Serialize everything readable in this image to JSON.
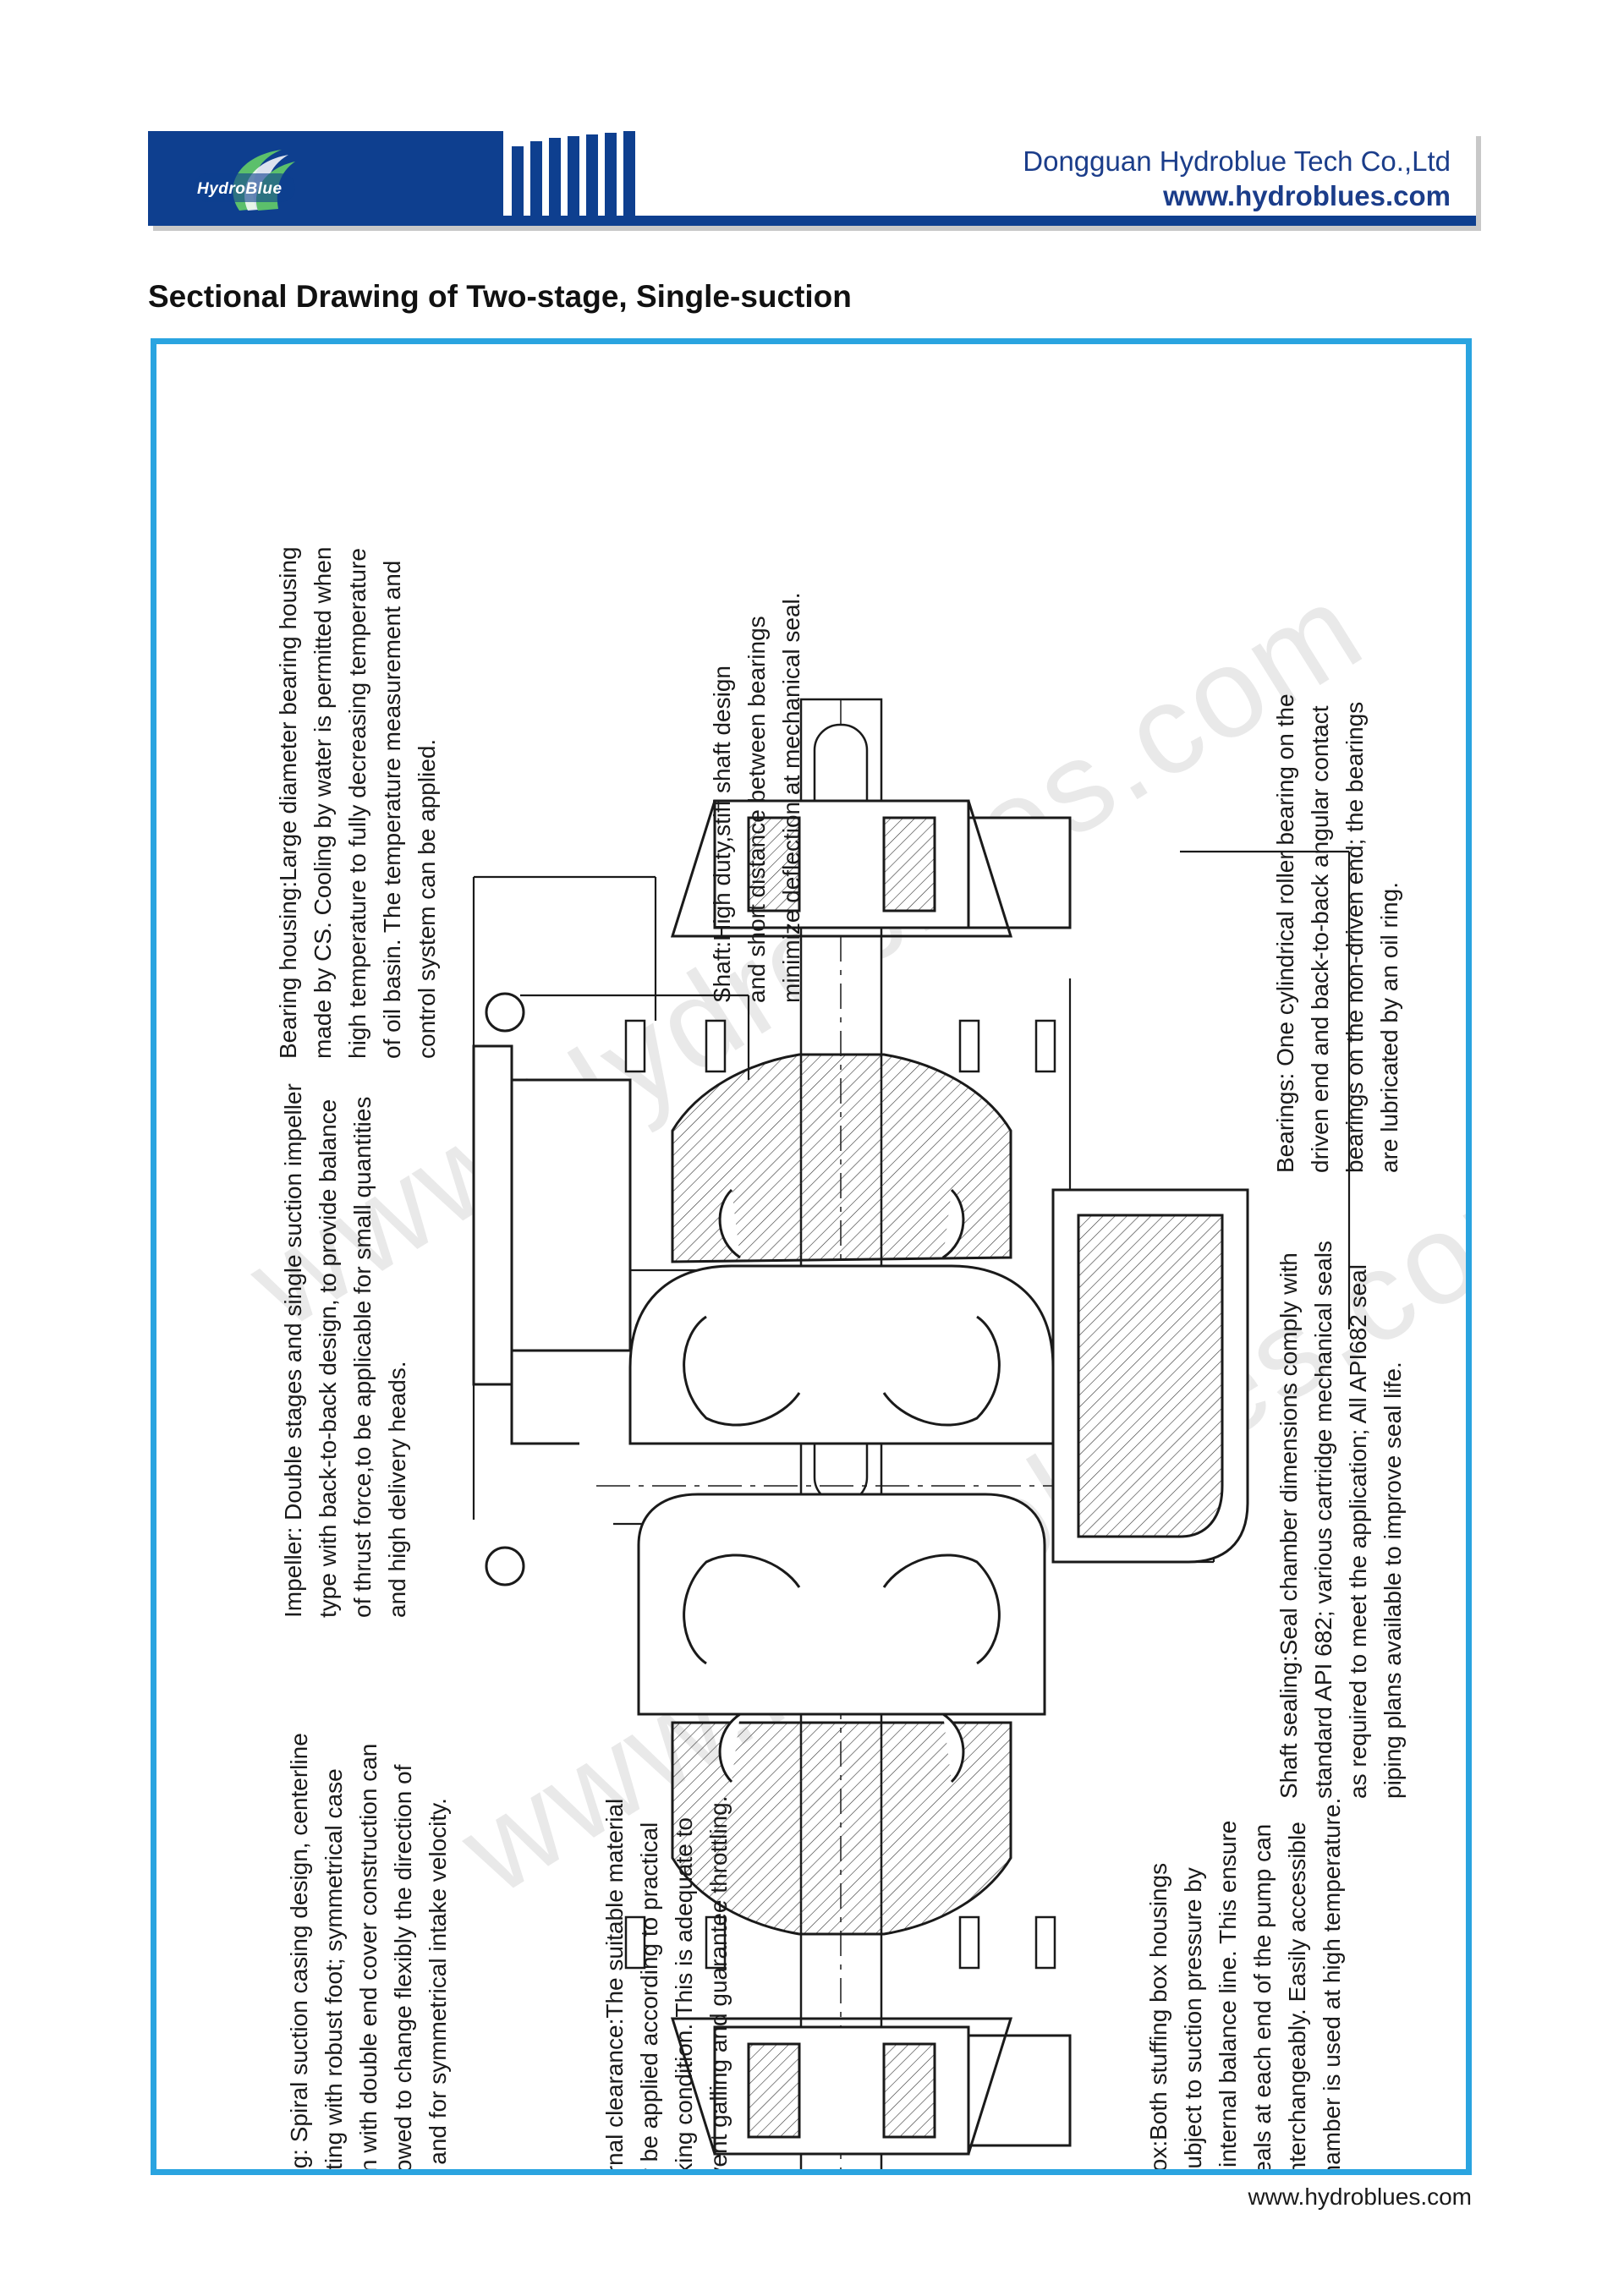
{
  "header": {
    "logo_text": "HydroBlue",
    "company_name": "Dongguan Hydroblue Tech Co.,Ltd",
    "website": "www.hydroblues.com"
  },
  "section_title": "Sectional Drawing of Two-stage, Single-suction",
  "watermark": "www.Hydroblues.com",
  "notes": {
    "casing": [
      "Casing: Spiral suction casing design, centerline",
      "mounting with robust foot; symmetrical case",
      "design with double end cover construction can",
      "be allowed to change flexibly the direction of",
      "drive, and for symmetrical intake velocity."
    ],
    "impeller": [
      "Impeller: Double stages and single suction impeller",
      "type with back-to-back design, to provide balance",
      "of thrust force,to be applicable for small quantities",
      "and high delivery heads."
    ],
    "bearing_housing": [
      "Bearing housing:Large diameter bearing housing",
      "made by CS. Cooling by water is permitted when",
      "high temperature to fully decreasing  temperature",
      "of oil basin. The temperature measurement and",
      "control system can be applied."
    ],
    "internal_clearance": [
      "Internal clearance:The suitable material",
      "may be  applied according to practical",
      "working condition. This is adequate to",
      "prevent galling and guarantee  throttling."
    ],
    "shaft": [
      "Shaft:High duty,stiff shaft design",
      "and short distance between bearings",
      "minimize deflection at mechanical seal."
    ],
    "stuffing_box": [
      "Stuffing box:Both stuffing box housings",
      "are only subject to suction pressure by",
      "use of an internal balance line. This ensure",
      "that the seals at each end of the pump can",
      "be used interchangeably. Easily accessible",
      "cooling chamber is used at high temperature."
    ],
    "shaft_sealing": [
      "Shaft sealing:Seal chamber dimensions comply with",
      "standard API 682; various cartridge mechanical seals",
      "as required to meet the application; All API682 seal",
      "piping plans available to improve seal life."
    ],
    "bearings": [
      "Bearings: One cylindrical roller bearing on the",
      "driven end and back-to-back angular contact",
      "bearings on the non-driven end; the bearings",
      "are lubricated by an oil ring."
    ]
  },
  "footer": {
    "website": "www.hydroblues.com"
  },
  "colors": {
    "brand_blue": "#0e3f8f",
    "frame_blue": "#2aa4e0"
  }
}
